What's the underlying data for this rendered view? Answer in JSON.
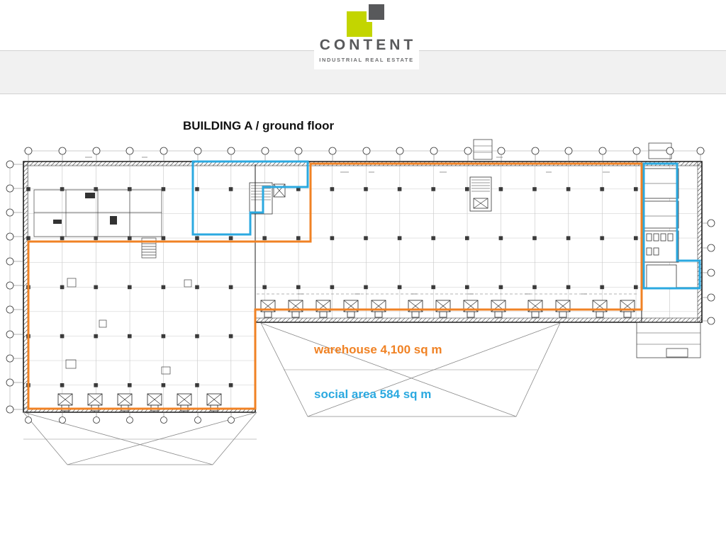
{
  "brand": {
    "name": "CONTENT",
    "tagline": "INDUSTRIAL REAL ESTATE",
    "colors": {
      "lime": "#C3D500",
      "dark_gray": "#58595B"
    }
  },
  "plan": {
    "title": "BUILDING A / ground floor",
    "areas": [
      {
        "id": "warehouse",
        "label": "warehouse 4,100 sq m",
        "area_sq_m": 4100,
        "outline_color": "#F08224"
      },
      {
        "id": "social",
        "label": "social area 584 sq m",
        "area_sq_m": 584,
        "outline_color": "#2BA9E0"
      }
    ]
  }
}
